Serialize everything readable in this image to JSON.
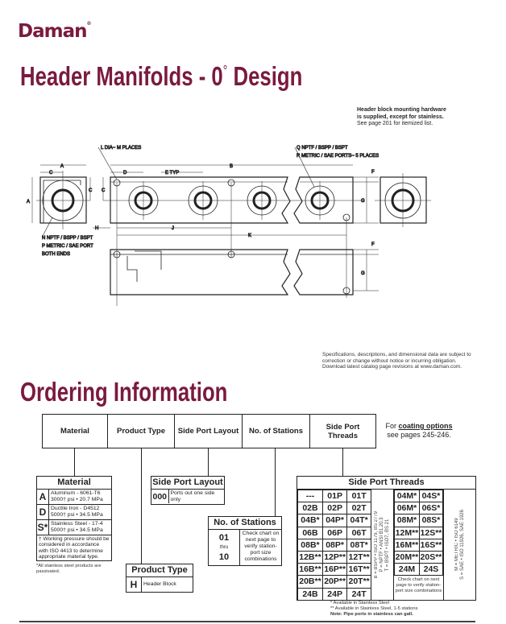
{
  "brand": {
    "logo_text": "Daman",
    "color": "#7a1a3e"
  },
  "header": {
    "title": "Header Manifolds - 0",
    "title_degree": "°",
    "title_suffix": " Design"
  },
  "hardware_note": {
    "line1": "Header block mounting hardware",
    "line2": "is supplied, except for stainless.",
    "line3": "See page 201 for itemized list."
  },
  "drawing": {
    "labels": {
      "l_dia": "L DIA~ M PLACES",
      "a": "A",
      "c": "C",
      "b": "B",
      "d": "D",
      "e": "E TYP",
      "h": "H",
      "j": "J",
      "k": "K",
      "f": "F",
      "g": "G",
      "n_port": "N  NPTF / BSPP / BSPT",
      "p_port": "P  METRIC / SAE PORT",
      "both_ends": "BOTH ENDS",
      "q_port": "Q  NPTF / BSPP / BSPT",
      "r_port": "R  METRIC / SAE PORTS~ 5 PLACES"
    }
  },
  "disclaimer": {
    "line1": "Specifications, descriptions, and dimensional data are subject to",
    "line2": "correction or change without notice or incurring obligation.",
    "line3": "Download latest catalog page revisions at www.daman.com."
  },
  "ordering": {
    "title": "Ordering Information",
    "fields": [
      "Material",
      "Product Type",
      "Side Port Layout",
      "No. of Stations",
      "Side Port Threads"
    ],
    "coating": {
      "prefix": "For ",
      "link": "coating options",
      "suffix": "see pages 245-246."
    }
  },
  "material": {
    "title": "Material",
    "items": [
      {
        "code": "A",
        "name": "Aluminum - 6061-T6",
        "pressure": "3000† psi • 20.7 MPa"
      },
      {
        "code": "D",
        "name": "Ductile Iron - D4512",
        "pressure": "5000† psi • 34.5 MPa"
      },
      {
        "code": "S*",
        "name": "Stainless Steel - 17-4",
        "pressure": "5000† psi • 34.5 MPa"
      }
    ],
    "footnote": "† Working pressure should be considered in accordance with ISO 4413 to determine appropriate material type.",
    "note": "*All stainless steel products are passivated."
  },
  "side_port_layout": {
    "title": "Side Port Layout",
    "code": "000",
    "desc": "Ports out one side only"
  },
  "stations": {
    "title": "No. of Stations",
    "from": "01",
    "thru": "thru",
    "to": "10",
    "desc": "Check chart on next page to verify station-port size combinations"
  },
  "product_type": {
    "title": "Product Type",
    "code": "H",
    "desc": "Header Block"
  },
  "threads": {
    "title": "Side Port Threads",
    "left_rows": [
      [
        "---",
        "01P",
        "01T"
      ],
      [
        "02B",
        "02P",
        "02T"
      ],
      [
        "04B*",
        "04P*",
        "04T*"
      ],
      [
        "06B",
        "06P",
        "06T"
      ],
      [
        "08B*",
        "08P*",
        "08T*"
      ],
      [
        "12B**",
        "12P**",
        "12T**"
      ],
      [
        "16B**",
        "16P**",
        "16T**"
      ],
      [
        "20B**",
        "20P**",
        "20T**"
      ],
      [
        "24B",
        "24P",
        "24T"
      ]
    ],
    "left_legend": [
      "B = BSPP • ISO 1179, BS 2779",
      "P = NPTF • ANSI B1.20.3",
      "T = BSPT • ISO7, BS 21"
    ],
    "right_rows": [
      [
        "04M*",
        "04S*"
      ],
      [
        "06M*",
        "06S*"
      ],
      [
        "08M*",
        "08S*"
      ],
      [
        "12M**",
        "12S**"
      ],
      [
        "16M**",
        "16S**"
      ],
      [
        "20M**",
        "20S**"
      ],
      [
        "24M",
        "24S"
      ]
    ],
    "right_note": "Check chart on next page to verify station-port size combinations",
    "right_legend": [
      "M = METRIC • ISO 6149",
      "S = SAE • ISO 11926, SAE 1926"
    ],
    "footnotes": [
      "* Available in Stainless Steel",
      "** Available in Stainless Steel, 1-5 stations",
      "Note: Pipe ports in stainless can gall."
    ]
  }
}
